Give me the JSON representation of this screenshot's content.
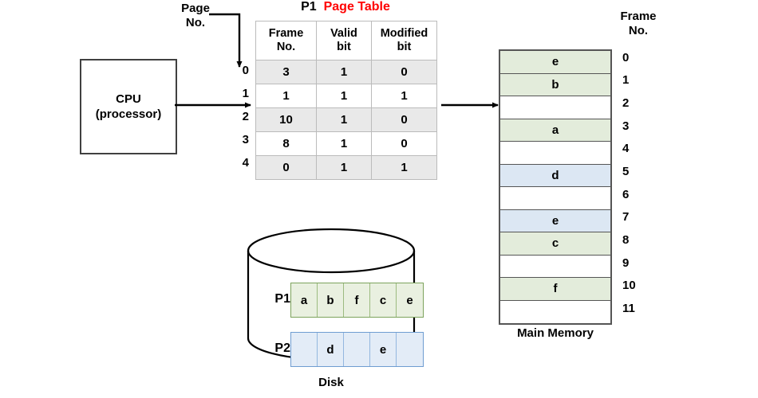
{
  "labels": {
    "page_no": "Page\nNo.",
    "frame_no": "Frame\nNo.",
    "main_memory": "Main Memory",
    "disk": "Disk"
  },
  "cpu": {
    "line1": "CPU",
    "line2": "(processor)"
  },
  "page_table": {
    "title_prefix": "P1",
    "title_main": "Page Table",
    "title_color": "#ff0000",
    "columns": [
      "Frame\nNo.",
      "Valid\nbit",
      "Modified\nbit"
    ],
    "row_indices": [
      "0",
      "1",
      "2",
      "3",
      "4"
    ],
    "rows": [
      {
        "frame_no": "3",
        "valid_bit": "1",
        "modified_bit": "0"
      },
      {
        "frame_no": "1",
        "valid_bit": "1",
        "modified_bit": "1"
      },
      {
        "frame_no": "10",
        "valid_bit": "1",
        "modified_bit": "0"
      },
      {
        "frame_no": "8",
        "valid_bit": "1",
        "modified_bit": "0"
      },
      {
        "frame_no": "0",
        "valid_bit": "1",
        "modified_bit": "1"
      }
    ]
  },
  "main_memory": {
    "frame_indices": [
      "0",
      "1",
      "2",
      "3",
      "4",
      "5",
      "6",
      "7",
      "8",
      "9",
      "10",
      "11"
    ],
    "frames": [
      {
        "index": "0",
        "content": "e",
        "fill": "green"
      },
      {
        "index": "1",
        "content": "b",
        "fill": "green"
      },
      {
        "index": "2",
        "content": "",
        "fill": "empty"
      },
      {
        "index": "3",
        "content": "a",
        "fill": "green"
      },
      {
        "index": "4",
        "content": "",
        "fill": "empty"
      },
      {
        "index": "5",
        "content": "d",
        "fill": "blue"
      },
      {
        "index": "6",
        "content": "",
        "fill": "empty"
      },
      {
        "index": "7",
        "content": "e",
        "fill": "blue"
      },
      {
        "index": "8",
        "content": "c",
        "fill": "green"
      },
      {
        "index": "9",
        "content": "",
        "fill": "empty"
      },
      {
        "index": "10",
        "content": "f",
        "fill": "green"
      },
      {
        "index": "11",
        "content": "",
        "fill": "empty"
      }
    ]
  },
  "disk": {
    "processes": [
      {
        "name": "P1",
        "fill": "green",
        "cells": [
          "a",
          "b",
          "f",
          "c",
          "e"
        ]
      },
      {
        "name": "P2",
        "fill": "blue",
        "cells": [
          "",
          "d",
          "",
          "e",
          ""
        ]
      }
    ]
  },
  "colors": {
    "green_fill": "#e3ecdb",
    "blue_fill": "#dce7f3",
    "table_shade": "#e9e9e9",
    "accent_red": "#ff0000",
    "outline": "#555555"
  }
}
